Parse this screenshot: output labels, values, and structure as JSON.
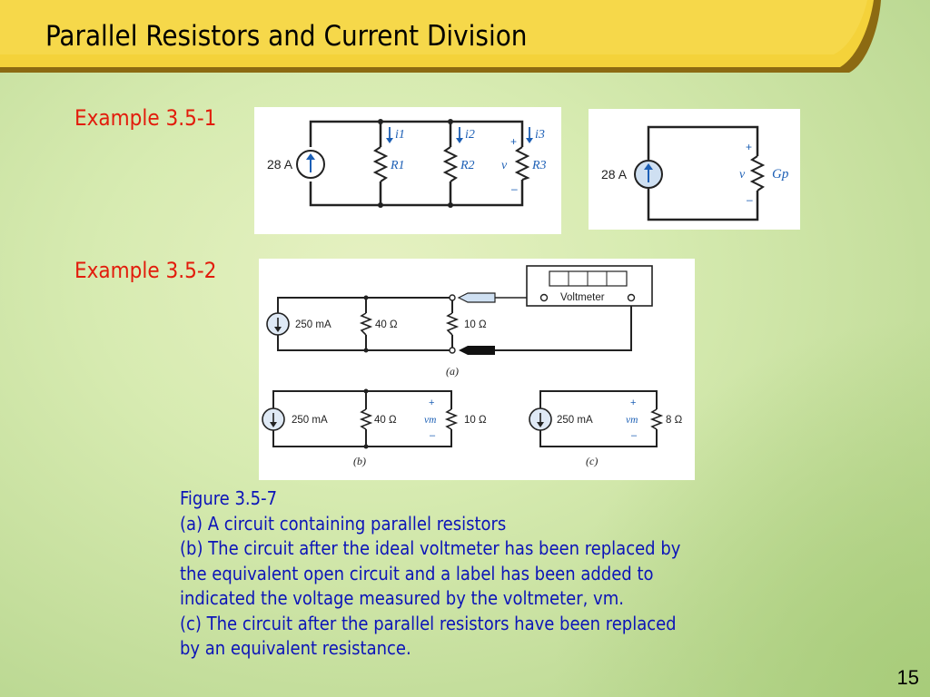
{
  "slide": {
    "title": "Parallel Resistors and Current Division",
    "page_number": "15"
  },
  "example1": {
    "label": "Example 3.5-1",
    "circuit_a": {
      "source": "28 A",
      "currents": [
        "i1",
        "i2",
        "i3"
      ],
      "resistors": [
        "R1",
        "R2",
        "R3"
      ],
      "voltage": "v",
      "plus": "+",
      "minus": "–"
    },
    "circuit_b": {
      "source": "28 A",
      "voltage": "v",
      "conductance": "Gp",
      "plus": "+",
      "minus": "–"
    }
  },
  "example2": {
    "label": "Example 3.5-2",
    "fig_a": {
      "source": "250 mA",
      "r1": "40 Ω",
      "r2": "10 Ω",
      "meter": "Voltmeter",
      "tag": "(a)"
    },
    "fig_b": {
      "source": "250 mA",
      "r1": "40 Ω",
      "vm": "vm",
      "r2": "10 Ω",
      "plus": "+",
      "minus": "–",
      "tag": "(b)"
    },
    "fig_c": {
      "source": "250 mA",
      "vm": "vm",
      "r": "8 Ω",
      "plus": "+",
      "minus": "–",
      "tag": "(c)"
    }
  },
  "caption": {
    "lines": [
      "Figure 3.5-7",
      "(a) A circuit containing parallel resistors",
      "(b) The circuit after the ideal voltmeter has been replaced by",
      "the equivalent open circuit and a label has been added to",
      "indicated the voltage measured by the voltmeter, vm.",
      "(c) The circuit after the parallel resistors have been replaced",
      "by an equivalent resistance."
    ]
  },
  "colors": {
    "title_bar": "#f4d23a",
    "title_bar_edge": "#8c6a12",
    "example_label": "#e21c0c",
    "caption_text": "#0c14b8",
    "circuit_blue": "#1c5fb5"
  }
}
